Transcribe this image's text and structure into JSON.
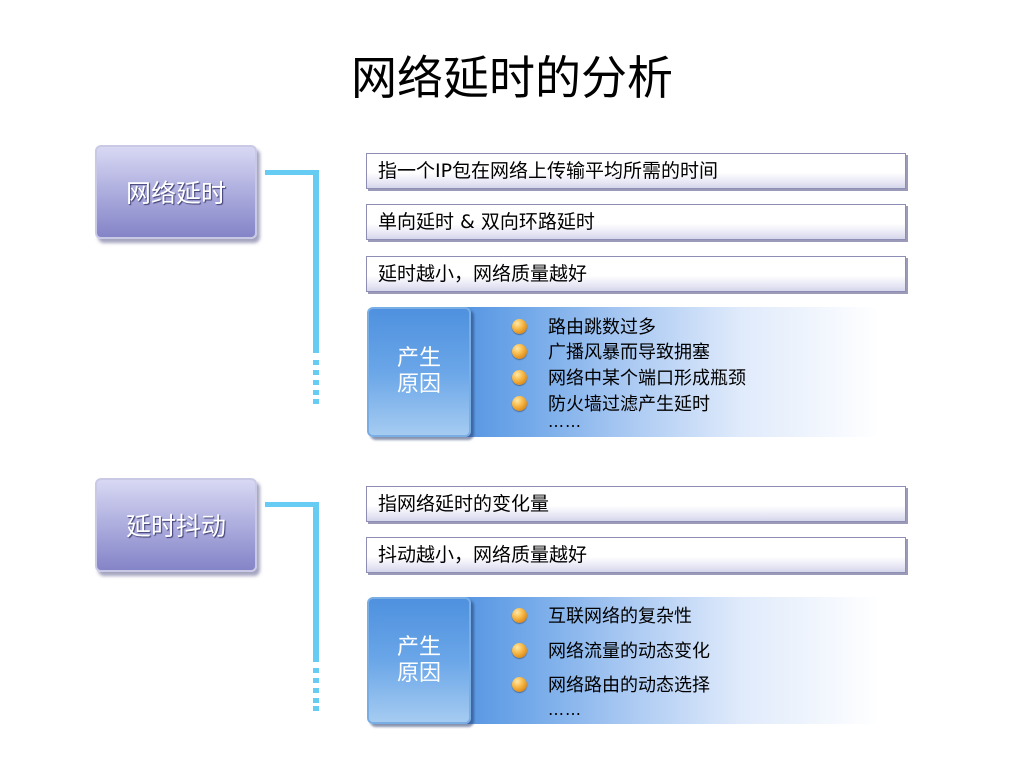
{
  "title": "网络延时的分析",
  "sections": [
    {
      "label": "网络延时",
      "descriptions": [
        "指一个IP包在网络上传输平均所需的时间",
        "单向延时 & 双向环路延时",
        "延时越小，网络质量越好"
      ],
      "cause_label_line1": "产生",
      "cause_label_line2": "原因",
      "causes": [
        "路由跳数过多",
        "广播风暴而导致拥塞",
        "网络中某个端口形成瓶颈",
        "防火墙过滤产生延时"
      ],
      "more": "……"
    },
    {
      "label": "延时抖动",
      "descriptions": [
        "指网络延时的变化量",
        "抖动越小，网络质量越好"
      ],
      "cause_label_line1": "产生",
      "cause_label_line2": "原因",
      "causes": [
        "互联网络的复杂性",
        "网络流量的动态变化",
        "网络路由的动态选择"
      ],
      "more": "……"
    }
  ],
  "colors": {
    "connector": "#66ccf4",
    "section_tag": "#a9a9dc",
    "cause_tag": "#4f91df",
    "bullet": "#f5b23b"
  },
  "icons": {
    "bullet": "orange-sphere-bullet-icon"
  }
}
